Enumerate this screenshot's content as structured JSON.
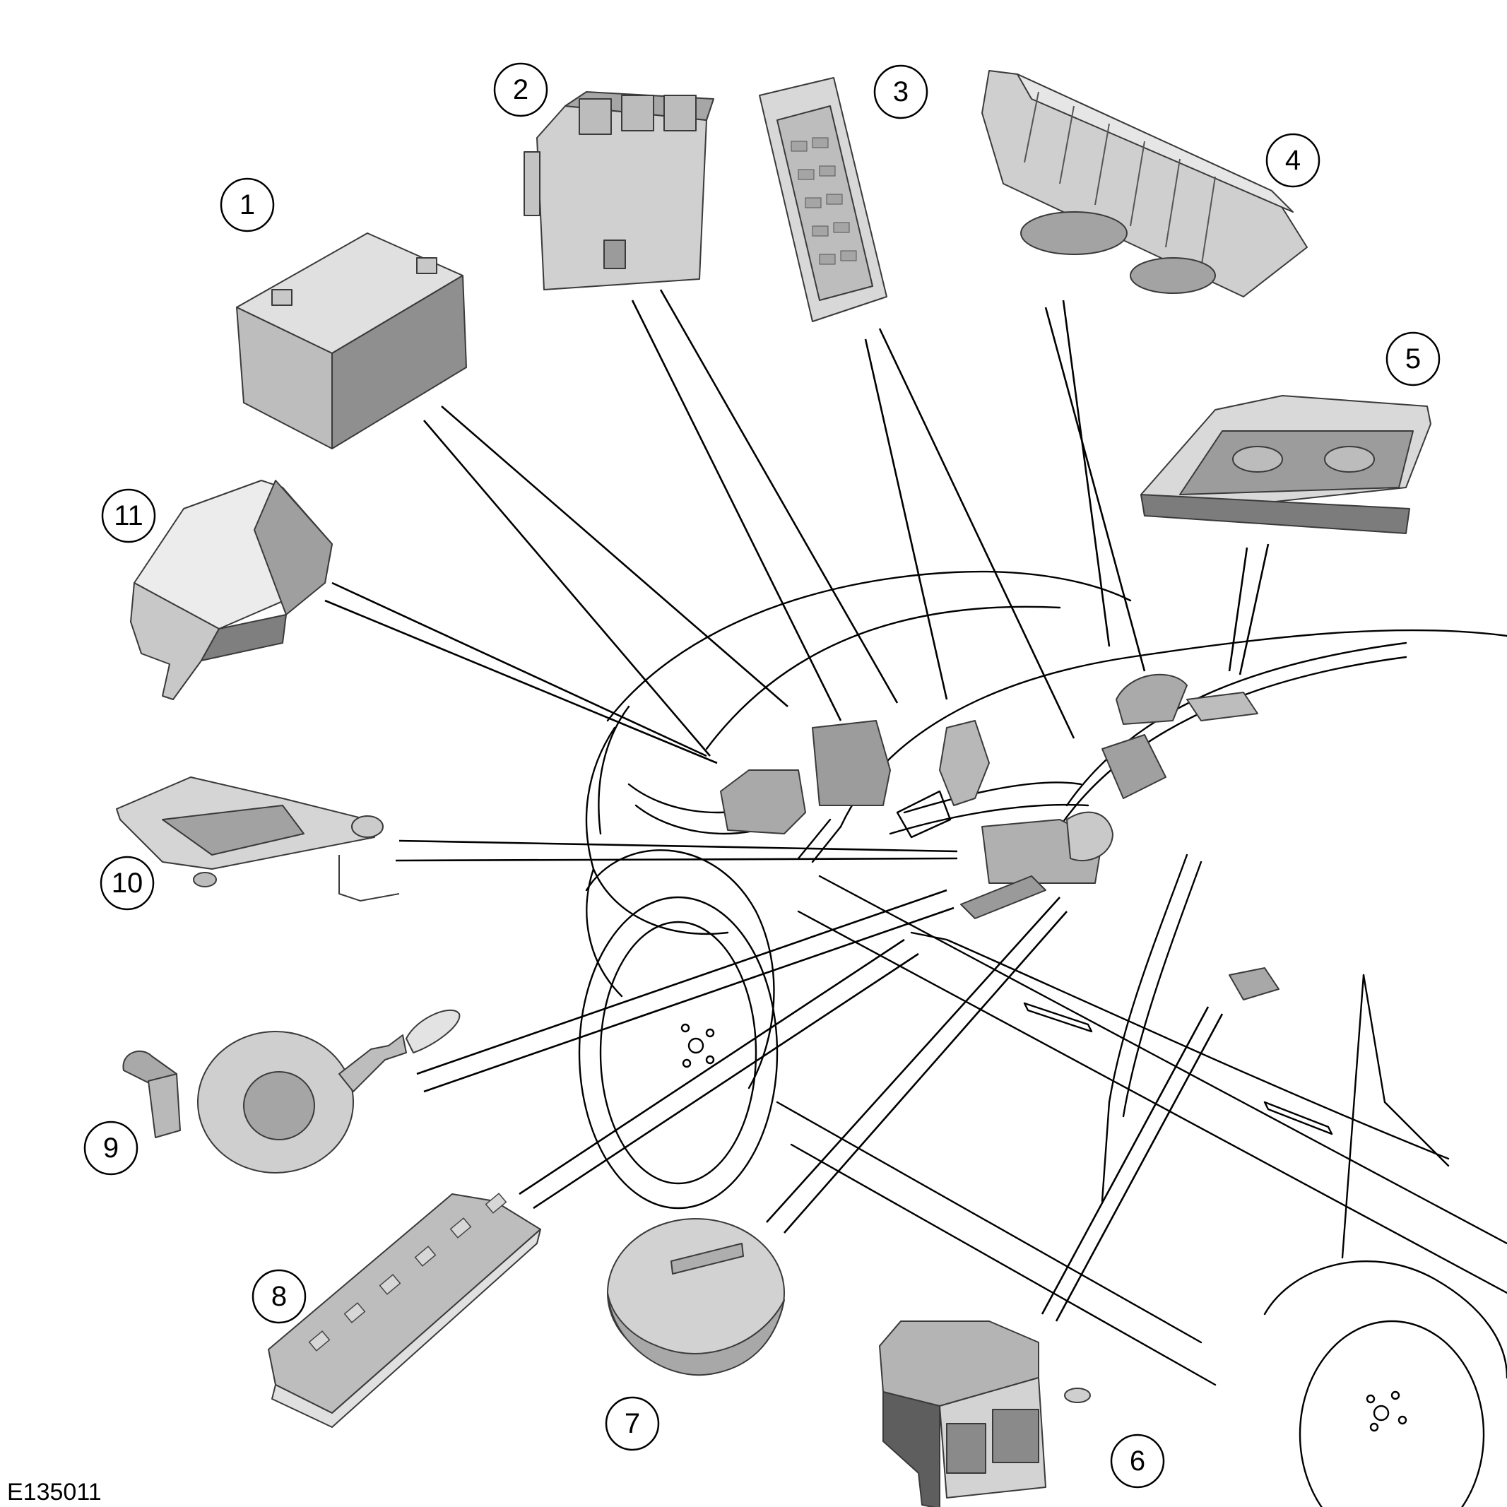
{
  "figure_id": "E135011",
  "callouts": [
    {
      "number": "1",
      "component": "battery"
    },
    {
      "number": "2",
      "component": "control-module"
    },
    {
      "number": "3",
      "component": "fuse-box"
    },
    {
      "number": "4",
      "component": "roof-console-module"
    },
    {
      "number": "5",
      "component": "overhead-light-unit"
    },
    {
      "number": "6",
      "component": "restraints-control-module"
    },
    {
      "number": "7",
      "component": "steering-wheel-airbag"
    },
    {
      "number": "8",
      "component": "switch-panel"
    },
    {
      "number": "9",
      "component": "steering-column-switch-assembly"
    },
    {
      "number": "10",
      "component": "steering-column"
    },
    {
      "number": "11",
      "component": "glovebox-module"
    }
  ],
  "colors": {
    "line": "#000000",
    "part_fill": "#bdbdbd",
    "part_dark": "#7a7a7a",
    "part_light": "#dedede",
    "background": "#ffffff"
  }
}
